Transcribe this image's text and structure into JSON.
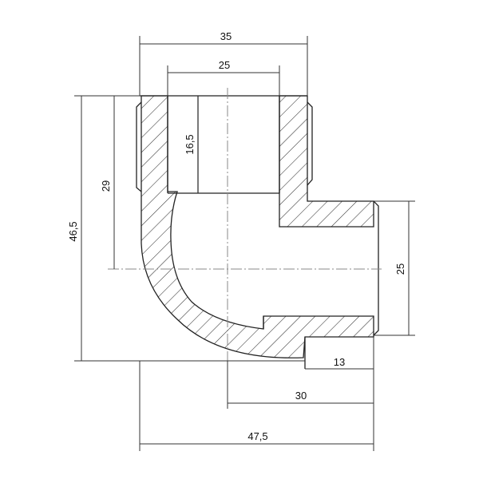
{
  "drawing": {
    "dimensions": {
      "overall_width": "35",
      "inner_width": "25",
      "thread_depth": "16,5",
      "height_to_axis": "29",
      "total_height": "46,5",
      "side_opening": "25",
      "side_thread_length": "13",
      "axis_to_side_end": "30",
      "total_length": "47,5"
    }
  }
}
